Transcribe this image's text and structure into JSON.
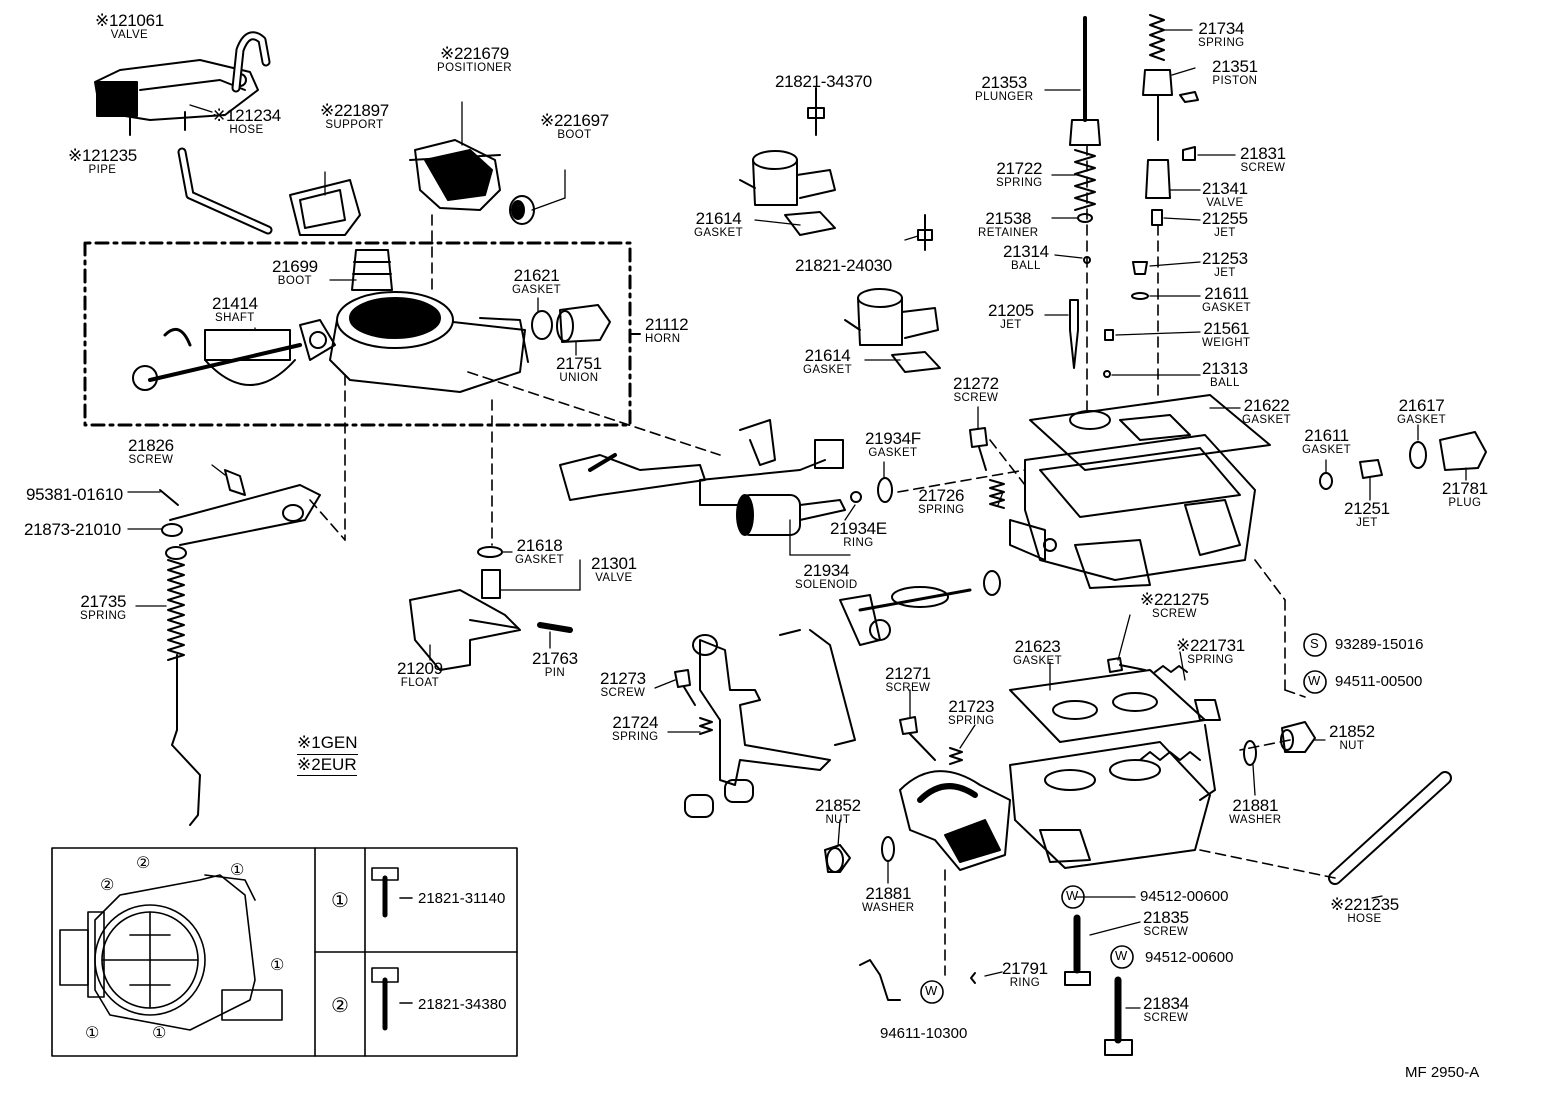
{
  "diagram": {
    "code": "MF  2950-A",
    "legend": {
      "gen": "※1GEN",
      "eur": "※2EUR"
    },
    "parts": [
      {
        "id": "valve-21061",
        "note": "※1",
        "num": "21061",
        "name": "VALVE"
      },
      {
        "id": "hose-21234",
        "note": "※1",
        "num": "21234",
        "name": "HOSE"
      },
      {
        "id": "pipe-21235",
        "note": "※1",
        "num": "21235",
        "name": "PIPE"
      },
      {
        "id": "positioner-21679",
        "note": "※2",
        "num": "21679",
        "name": "POSITIONER"
      },
      {
        "id": "support-21897",
        "note": "※2",
        "num": "21897",
        "name": "SUPPORT"
      },
      {
        "id": "boot-21697",
        "note": "※2",
        "num": "21697",
        "name": "BOOT"
      },
      {
        "id": "boot-21699",
        "note": "",
        "num": "21699",
        "name": "BOOT"
      },
      {
        "id": "shaft-21414",
        "note": "",
        "num": "21414",
        "name": "SHAFT"
      },
      {
        "id": "gasket-21621",
        "note": "",
        "num": "21621",
        "name": "GASKET"
      },
      {
        "id": "union-21751",
        "note": "",
        "num": "21751",
        "name": "UNION"
      },
      {
        "id": "horn-21112",
        "note": "",
        "num": "21112",
        "name": "HORN"
      },
      {
        "id": "bolt-21821-34370",
        "note": "",
        "num": "21821-34370",
        "name": ""
      },
      {
        "id": "gasket-21614-a",
        "note": "",
        "num": "21614",
        "name": "GASKET"
      },
      {
        "id": "bolt-21821-24030",
        "note": "",
        "num": "21821-24030",
        "name": ""
      },
      {
        "id": "gasket-21614-b",
        "note": "",
        "num": "21614",
        "name": "GASKET"
      },
      {
        "id": "plunger-21353",
        "note": "",
        "num": "21353",
        "name": "PLUNGER"
      },
      {
        "id": "spring-21722",
        "note": "",
        "num": "21722",
        "name": "SPRING"
      },
      {
        "id": "retainer-21538",
        "note": "",
        "num": "21538",
        "name": "RETAINER"
      },
      {
        "id": "ball-21314",
        "note": "",
        "num": "21314",
        "name": "BALL"
      },
      {
        "id": "jet-21205",
        "note": "",
        "num": "21205",
        "name": "JET"
      },
      {
        "id": "spring-21734",
        "note": "",
        "num": "21734",
        "name": "SPRING"
      },
      {
        "id": "piston-21351",
        "note": "",
        "num": "21351",
        "name": "PISTON"
      },
      {
        "id": "screw-21831",
        "note": "",
        "num": "21831",
        "name": "SCREW"
      },
      {
        "id": "valve-21341",
        "note": "",
        "num": "21341",
        "name": "VALVE"
      },
      {
        "id": "jet-21255",
        "note": "",
        "num": "21255",
        "name": "JET"
      },
      {
        "id": "jet-21253",
        "note": "",
        "num": "21253",
        "name": "JET"
      },
      {
        "id": "gasket-21611-a",
        "note": "",
        "num": "21611",
        "name": "GASKET"
      },
      {
        "id": "weight-21561",
        "note": "",
        "num": "21561",
        "name": "WEIGHT"
      },
      {
        "id": "ball-21313",
        "note": "",
        "num": "21313",
        "name": "BALL"
      },
      {
        "id": "gasket-21622",
        "note": "",
        "num": "21622",
        "name": "GASKET"
      },
      {
        "id": "gasket-21617",
        "note": "",
        "num": "21617",
        "name": "GASKET"
      },
      {
        "id": "gasket-21611-b",
        "note": "",
        "num": "21611",
        "name": "GASKET"
      },
      {
        "id": "plug-21781",
        "note": "",
        "num": "21781",
        "name": "PLUG"
      },
      {
        "id": "jet-21251",
        "note": "",
        "num": "21251",
        "name": "JET"
      },
      {
        "id": "screw-21272",
        "note": "",
        "num": "21272",
        "name": "SCREW"
      },
      {
        "id": "gasket-21934f",
        "note": "",
        "num": "21934F",
        "name": "GASKET"
      },
      {
        "id": "spring-21726",
        "note": "",
        "num": "21726",
        "name": "SPRING"
      },
      {
        "id": "ring-21934e",
        "note": "",
        "num": "21934E",
        "name": "RING"
      },
      {
        "id": "solenoid-21934",
        "note": "",
        "num": "21934",
        "name": "SOLENOID"
      },
      {
        "id": "screw-21826",
        "note": "",
        "num": "21826",
        "name": "SCREW"
      },
      {
        "id": "pin-95381-01610",
        "note": "",
        "num": "95381-01610",
        "name": ""
      },
      {
        "id": "part-21873-21010",
        "note": "",
        "num": "21873-21010",
        "name": ""
      },
      {
        "id": "spring-21735",
        "note": "",
        "num": "21735",
        "name": "SPRING"
      },
      {
        "id": "gasket-21618",
        "note": "",
        "num": "21618",
        "name": "GASKET"
      },
      {
        "id": "valve-21301",
        "note": "",
        "num": "21301",
        "name": "VALVE"
      },
      {
        "id": "float-21209",
        "note": "",
        "num": "21209",
        "name": "FLOAT"
      },
      {
        "id": "pin-21763",
        "note": "",
        "num": "21763",
        "name": "PIN"
      },
      {
        "id": "screw-21273",
        "note": "",
        "num": "21273",
        "name": "SCREW"
      },
      {
        "id": "spring-21724",
        "note": "",
        "num": "21724",
        "name": "SPRING"
      },
      {
        "id": "screw-21275",
        "note": "※2",
        "num": "21275",
        "name": "SCREW"
      },
      {
        "id": "gasket-21623",
        "note": "",
        "num": "21623",
        "name": "GASKET"
      },
      {
        "id": "spring-21731",
        "note": "※2",
        "num": "21731",
        "name": "SPRING"
      },
      {
        "id": "screw-21271",
        "note": "",
        "num": "21271",
        "name": "SCREW"
      },
      {
        "id": "spring-21723",
        "note": "",
        "num": "21723",
        "name": "SPRING"
      },
      {
        "id": "nut-21852-a",
        "note": "",
        "num": "21852",
        "name": "NUT"
      },
      {
        "id": "washer-21881-a",
        "note": "",
        "num": "21881",
        "name": "WASHER"
      },
      {
        "id": "nut-21852-b",
        "note": "",
        "num": "21852",
        "name": "NUT"
      },
      {
        "id": "washer-21881-b",
        "note": "",
        "num": "21881",
        "name": "WASHER"
      },
      {
        "id": "hose-21235",
        "note": "※2",
        "num": "21235",
        "name": "HOSE"
      },
      {
        "id": "screw-21835",
        "note": "",
        "num": "21835",
        "name": "SCREW"
      },
      {
        "id": "screw-21834",
        "note": "",
        "num": "21834",
        "name": "SCREW"
      },
      {
        "id": "ring-21791",
        "note": "",
        "num": "21791",
        "name": "RING"
      }
    ],
    "circled_codes": [
      {
        "id": "s-93289-15016",
        "mark": "S",
        "num": "93289-15016"
      },
      {
        "id": "w-94511-00500",
        "mark": "W",
        "num": "94511-00500"
      },
      {
        "id": "w-94512-00600-a",
        "mark": "W",
        "num": "94512-00600"
      },
      {
        "id": "w-94512-00600-b",
        "mark": "W",
        "num": "94512-00600"
      },
      {
        "id": "w-94611-10300",
        "mark": "W",
        "num": "94611-10300"
      }
    ],
    "inset": {
      "rows": [
        {
          "mark": "①",
          "num": "21821-31140"
        },
        {
          "mark": "②",
          "num": "21821-34380"
        }
      ],
      "marks": [
        "①",
        "②"
      ]
    }
  }
}
